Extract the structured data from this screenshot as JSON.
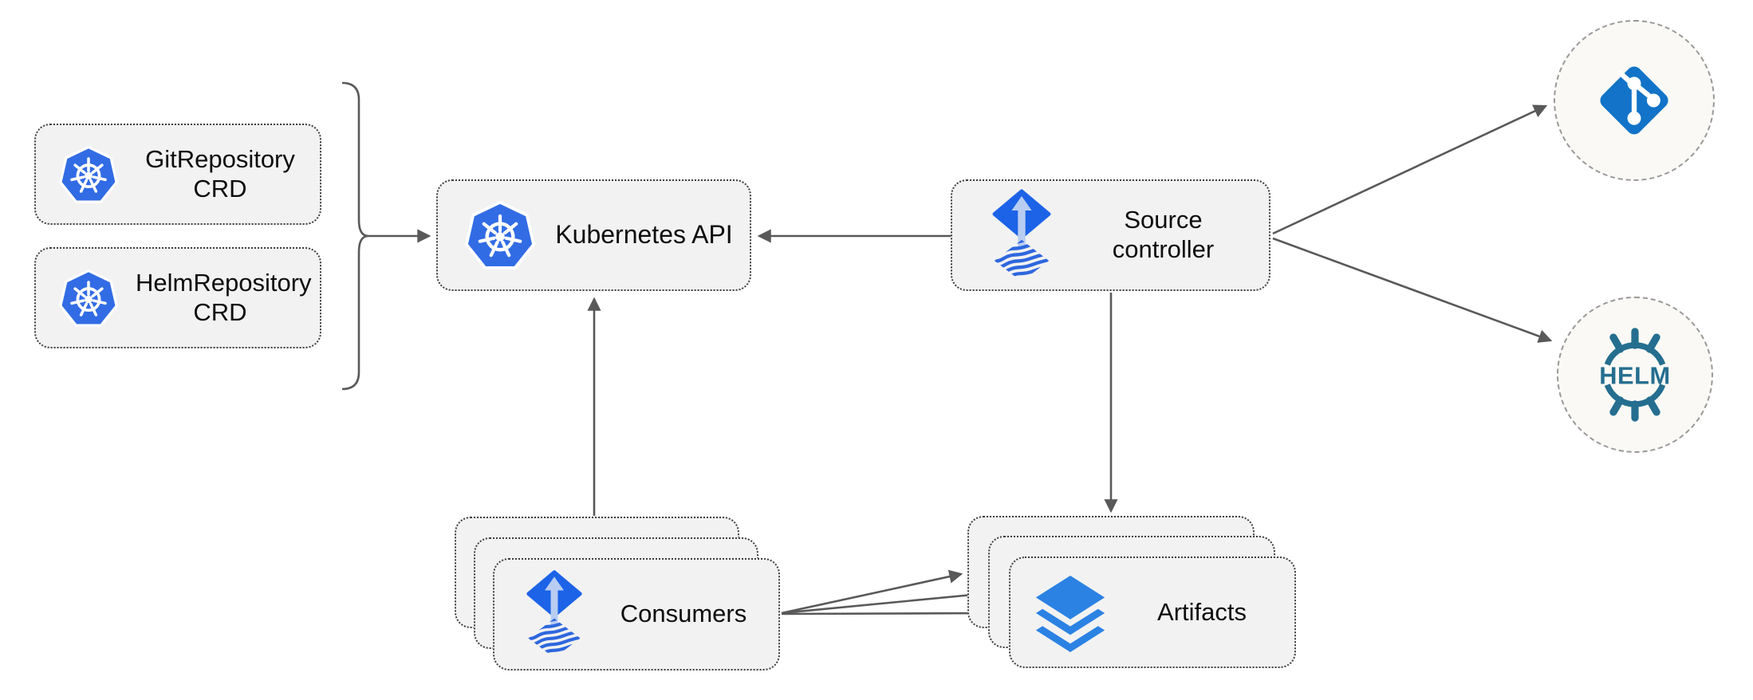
{
  "diagram": {
    "nodes": {
      "git_repository_crd": {
        "label": "GitRepository CRD",
        "icon": "kubernetes-icon"
      },
      "helm_repository_crd": {
        "label": "HelmRepository CRD",
        "icon": "kubernetes-icon"
      },
      "kubernetes_api": {
        "label": "Kubernetes API",
        "icon": "kubernetes-icon"
      },
      "source_controller": {
        "label": "Source controller",
        "icon": "flux-source-icon"
      },
      "consumers": {
        "label": "Consumers",
        "icon": "flux-source-icon",
        "stack_count": 3
      },
      "artifacts": {
        "label": "Artifacts",
        "icon": "layers-icon",
        "stack_count": 3
      },
      "git_remote": {
        "label": "",
        "icon": "git-icon"
      },
      "helm_remote": {
        "label": "HELM",
        "icon": "helm-icon"
      }
    },
    "edges": [
      {
        "from": "crd-group-brace",
        "to": "kubernetes_api",
        "style": "arrow"
      },
      {
        "from": "source_controller",
        "to": "kubernetes_api",
        "style": "arrow"
      },
      {
        "from": "consumers",
        "to": "kubernetes_api",
        "style": "arrow"
      },
      {
        "from": "source_controller",
        "to": "git_remote",
        "style": "arrow"
      },
      {
        "from": "source_controller",
        "to": "helm_remote",
        "style": "arrow"
      },
      {
        "from": "source_controller",
        "to": "artifacts",
        "style": "arrow"
      },
      {
        "from": "consumers",
        "to": "artifacts",
        "style": "arrow"
      },
      {
        "from": "consumers",
        "to": "artifacts",
        "style": "arrow"
      },
      {
        "from": "consumers",
        "to": "artifacts",
        "style": "arrow"
      }
    ],
    "groups": [
      {
        "brace_over": [
          "git_repository_crd",
          "helm_repository_crd"
        ],
        "points_to": "kubernetes_api"
      }
    ],
    "colors": {
      "kubernetes_blue": "#326CE5",
      "flux_blue": "#1C63E7",
      "flux_arrow_light": "#B9CDF2",
      "flux_waves_blue": "#2E67DE",
      "git_blue": "#1273C8",
      "helm_teal": "#256E8F",
      "artifacts_blue": "#2B82E3",
      "arrow_gray": "#595959",
      "node_fill": "#F2F2F2",
      "node_border": "#3C3C3C",
      "remote_fill": "#FAF9F5",
      "remote_border": "#999999",
      "text": "#0D0D0D",
      "background": "#FFFFFF"
    }
  }
}
